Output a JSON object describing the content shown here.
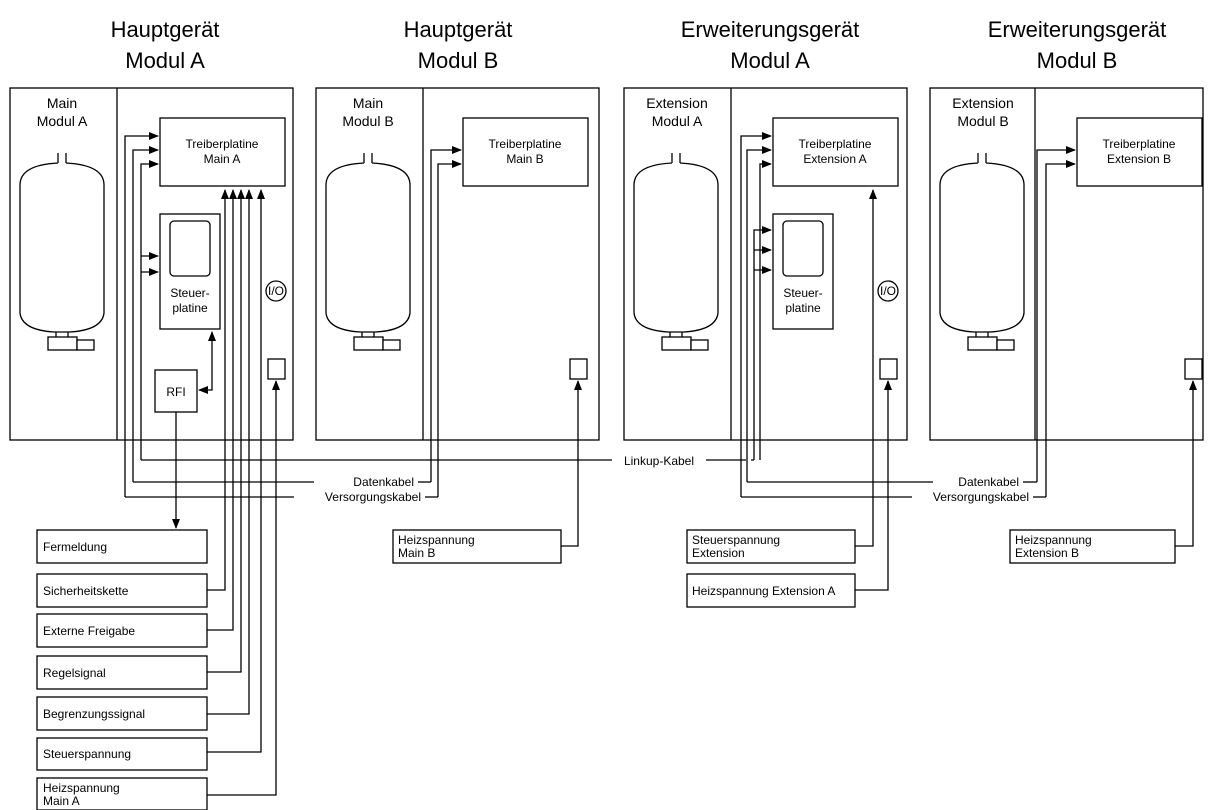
{
  "headers": {
    "main_a": [
      "Hauptgerät",
      "Modul A"
    ],
    "main_b": [
      "Hauptgerät",
      "Modul B"
    ],
    "ext_a": [
      "Erweiterungsgerät",
      "Modul A"
    ],
    "ext_b": [
      "Erweiterungsgerät",
      "Modul B"
    ]
  },
  "modules": {
    "main_a": {
      "tag": [
        "Main",
        "Modul A"
      ],
      "driver": [
        "Treiberplatine",
        "Main A"
      ],
      "control": [
        "Steuer-",
        "platine"
      ],
      "io": "I/O",
      "rfi": "RFI"
    },
    "main_b": {
      "tag": [
        "Main",
        "Modul B"
      ],
      "driver": [
        "Treiberplatine",
        "Main B"
      ]
    },
    "ext_a": {
      "tag": [
        "Extension",
        "Modul A"
      ],
      "driver": [
        "Treiberplatine",
        "Extension A"
      ],
      "control": [
        "Steuer-",
        "platine"
      ],
      "io": "I/O"
    },
    "ext_b": {
      "tag": [
        "Extension",
        "Modul B"
      ],
      "driver": [
        "Treiberplatine",
        "Extension B"
      ]
    }
  },
  "cables": {
    "linkup": "Linkup-Kabel",
    "data": "Datenkabel",
    "supply": "Versorgungskabel",
    "data_ext": "Datenkabel",
    "supply_ext": "Versorgungskabel"
  },
  "signals_main_a": [
    "Fermeldung",
    "Sicherheitskette",
    "Externe Freigabe",
    "Regelsignal",
    "Begrenzungssignal",
    "Steuerspannung"
  ],
  "heizspannung_main_a": [
    "Heizspannung",
    "Main A"
  ],
  "heizspannung_main_b": [
    "Heizspannung",
    "Main B"
  ],
  "steuerspannung_ext": [
    "Steuerspannung",
    "Extension"
  ],
  "heizspannung_ext_a": "Heizspannung Extension A",
  "heizspannung_ext_b": [
    "Heizspannung",
    "Extension B"
  ]
}
